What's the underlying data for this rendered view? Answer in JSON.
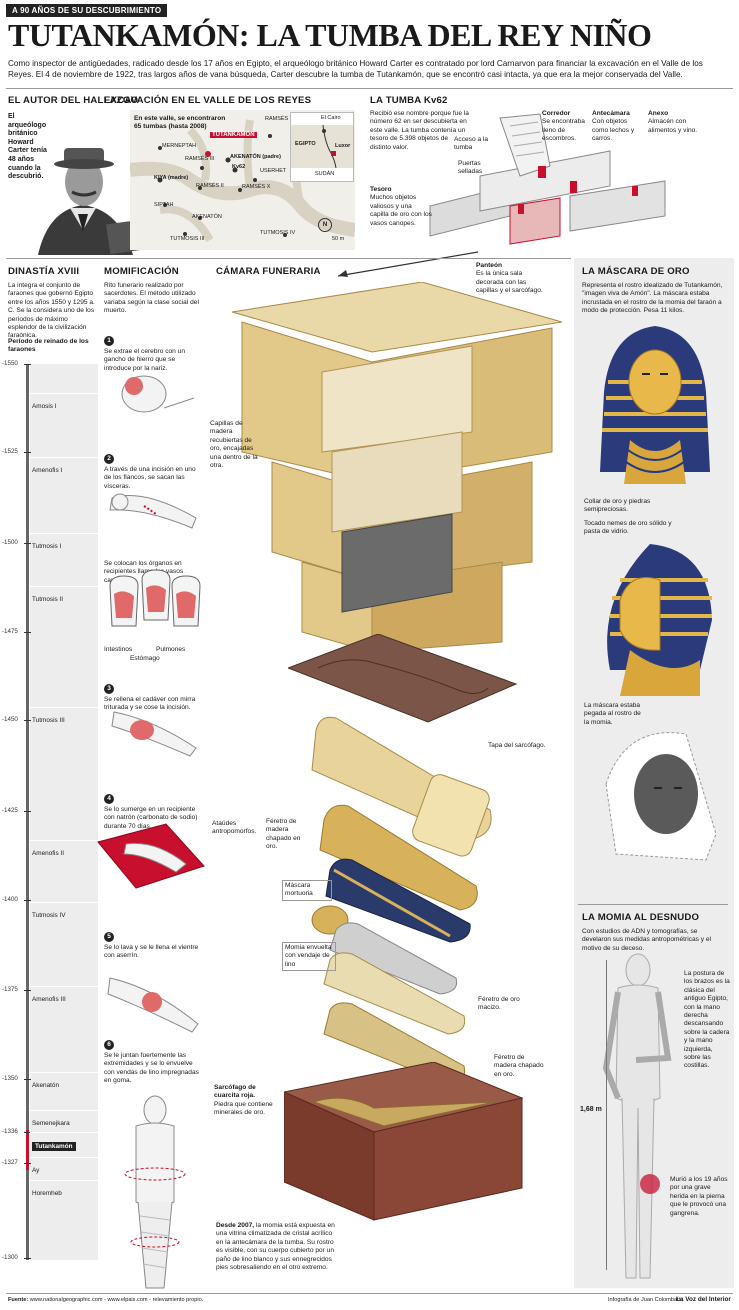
{
  "header": {
    "kicker": "A 90 AÑOS DE SU DESCUBRIMIENTO",
    "title": "TUTANKAMÓN: LA TUMBA DEL REY NIÑO",
    "intro": "Como inspector de antigüedades, radicado desde los 17 años en Egipto, el arqueólogo británico Howard Carter es contratado por lord Carnarvon para financiar la excavación en el Valle de los Reyes. El 4 de noviembre de 1922, tras largos años de vana búsqueda, Carter descubre la tumba de Tutankamón, que se encontró casi intacta, ya que era la mejor conservada del Valle."
  },
  "autor": {
    "heading": "EL AUTOR DEL HALLAZGO",
    "text_bold": "El arqueólogo británico Howard Carter",
    "text": "tenía 48 años cuando la descubrió."
  },
  "valle": {
    "heading": "EXCAVACIÓN EN EL VALLE DE LOS REYES",
    "note": "En este valle, se encontraron 65 tumbas (hasta 2008)",
    "labels": [
      "RAMSÉS VI",
      "TUTANKAMÓN",
      "MERNEPTAH",
      "RAMSÉS III",
      "AKENATÓN (padre)",
      "Kv62",
      "KIYA (madre)",
      "USERHET",
      "RAMSÉS II",
      "RAMSÉS X",
      "SIPTAH",
      "AKENATÓN",
      "TUTMOSIS III",
      "TUTMOSIS IV"
    ],
    "inset": {
      "cairo": "El Cairo",
      "egipto": "EGIPTO",
      "luxor": "Luxor",
      "sudan": "SUDÁN"
    },
    "scale": "50 m",
    "north": "N"
  },
  "tumba": {
    "heading": "LA TUMBA Kv62",
    "text": "Recibió ese nombre porque fue la número 62 en ser descubierta en este valle. La tumba contenía un tesoro de 5.398 objetos de distinto valor.",
    "acceso": "Acceso a la tumba",
    "puertas": "Puertas selladas",
    "corredor_t": "Corredor",
    "corredor": "Se encontraba lleno de escombros.",
    "antecamara_t": "Antecámara",
    "antecamara": "Con objetos como lechos y carros.",
    "anexo_t": "Anexo",
    "anexo": "Almacén con alimentos y vino.",
    "tesoro_t": "Tesoro",
    "tesoro": "Muchos objetos valiosos y una capilla de oro con los vasos canopes.",
    "panteon_t": "Panteón",
    "panteon": "Es la única sala decorada con las capillas y el sarcófago."
  },
  "dinastia": {
    "heading": "DINASTÍA XVIII",
    "text": "La integra el conjunto de faraones que gobernó Egipto entre los años 1550 y 1295 a. C. Se la considera uno de los períodos de máximo esplendor de la civilización faraónica.",
    "subheading": "Período de reinado de los faraones",
    "years": [
      "-1550",
      "-1525",
      "-1500",
      "-1475",
      "-1450",
      "-1425",
      "-1400",
      "-1375",
      "-1350",
      "-1336",
      "-1327",
      "-1300"
    ],
    "pharaohs": [
      "Amosis I",
      "Amenofis I",
      "Tutmosis I",
      "Tutmosis II",
      "Tutmosis III",
      "Amenofis II",
      "Tutmosis IV",
      "Amenofis III",
      "Akenatón",
      "Semenejkara",
      "Tutankamón",
      "Ay",
      "Horemheb"
    ]
  },
  "momificacion": {
    "heading": "MOMIFICACIÓN",
    "intro": "Rito funerario realizado por sacerdotes. El método utilizado variaba según la clase social del muerto.",
    "steps": [
      {
        "n": "1",
        "text": "Se extrae el cerebro con un gancho de hierro que se introduce por la nariz."
      },
      {
        "n": "2",
        "text": "A través de una incisión en uno de los flancos, se sacan las vísceras."
      },
      {
        "n": "",
        "text": "Se colocan los órganos en recipientes llamados vasos canopes."
      },
      {
        "n": "3",
        "text": "Se rellena el cadáver con mirra triturada y se cose la incisión."
      },
      {
        "n": "4",
        "text": "Se lo sumerge en un recipiente con natrón (carbonato de sodio) durante 70 días."
      },
      {
        "n": "5",
        "text": "Se lo lava y se le llena el vientre con aserrín."
      },
      {
        "n": "6",
        "text": "Se le juntan fuertemente las extremidades y se lo envuelve con vendas de lino impregnadas en goma."
      }
    ],
    "organs": {
      "intestinos": "Intestinos",
      "pulmones": "Pulmones",
      "estomago": "Estómago"
    }
  },
  "camara": {
    "heading": "CÁMARA FUNERARIA",
    "capillas": "Capillas de madera recubiertas de oro, encajadas una dentro de la otra.",
    "tapa": "Tapa del sarcófago.",
    "ataudes": "Ataúdes antropomorfos.",
    "feretro1": "Féretro de madera chapado en oro.",
    "mascara": "Máscara mortuoria",
    "momia": "Momia envuelta con vendaje de lino",
    "feretro_oro": "Féretro de oro macizo.",
    "feretro2": "Féretro de madera chapado en oro.",
    "sarcofago_t": "Sarcófago de cuarcita roja.",
    "sarcofago": "Piedra que contiene minerales de oro.",
    "desde_t": "Desde 2007,",
    "desde": "la momia está expuesta en una vitrina climatizada de cristal acrílico en la antecámara de la tumba. Su rostro es visible, con su cuerpo cubierto por un paño de lino blanco y sus ennegrecidos pies sobresaliendo en el otro extremo."
  },
  "mascara": {
    "heading": "LA MÁSCARA DE ORO",
    "text": "Representa el rostro idealizado de Tutankamón, \"imagen viva de Amón\". La máscara estaba incrustada en el rostro de la momia del faraón a modo de protección. Pesa 11 kilos.",
    "collar": "Collar de oro y piedras semipreciosas.",
    "tocado": "Tocado nemes de oro sólido y pasta de vidrio.",
    "pegada": "La máscara estaba pegada al rostro de la momia."
  },
  "desnudo": {
    "heading": "LA MOMIA AL DESNUDO",
    "text": "Con estudios de ADN y tomografías, se develaron sus medidas antropométricas y el motivo de su deceso.",
    "postura": "La postura de los brazos es la clásica del antiguo Egipto, con la mano derecha descansando sobre la cadera y la mano izquierda, sobre las costillas.",
    "altura": "1,68 m",
    "murio": "Murió a los 19 años por una grave herida en la pierna que le provocó una gangrena."
  },
  "footer": {
    "fuente_t": "Fuente:",
    "fuente": "www.nationalgeographic.com - www.elpais.com - relevamiento propio.",
    "infografia": "Infografía de Juan Colombatto",
    "diario": "La Voz del Interior"
  }
}
